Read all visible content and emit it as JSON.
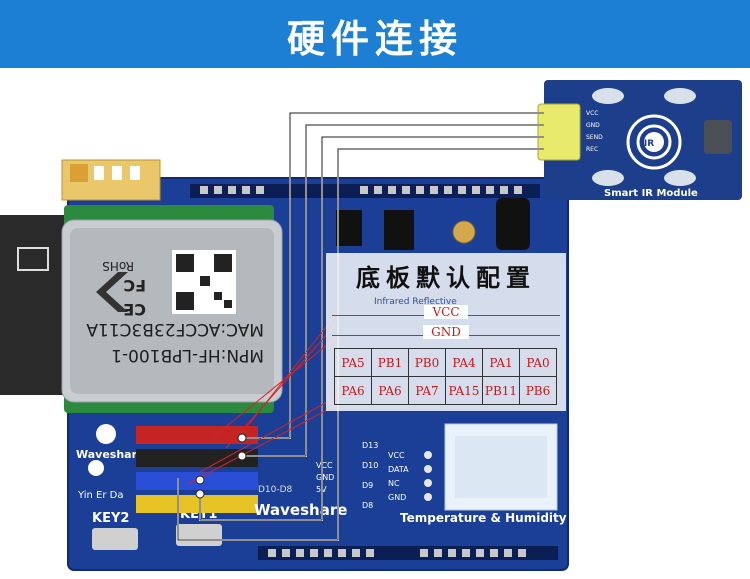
{
  "banner": {
    "title": "硬件连接",
    "color": "#1c7fd3"
  },
  "table": {
    "title": "底板默认配置",
    "rail_top": "VCC",
    "rail_bottom": "GND",
    "rows": [
      [
        "PA5",
        "PB1",
        "PB0",
        "PA4",
        "PA1",
        "PA0"
      ],
      [
        "PA6",
        "PA6",
        "PA7",
        "PA15",
        "PB11",
        "PB6"
      ]
    ]
  },
  "ir_module": {
    "label": "Smart IR Module",
    "badge": "IR",
    "pins": [
      "VCC",
      "GND",
      "SEND",
      "REC"
    ],
    "color": "#1d3e8a"
  },
  "wifi_module": {
    "mpn": "MPN:HF-LPB100-1",
    "mac": "MAC:ACCF23B3C11A",
    "cert": [
      "RoHS",
      "FC",
      "CE"
    ]
  },
  "baseboard": {
    "brand": "Waveshare",
    "brand_sub": "Yin Er Da",
    "keys": [
      "KEY2",
      "KEY1"
    ],
    "board_label": "Waveshare",
    "header_labels": [
      "VCC",
      "GND",
      "5V"
    ],
    "dht_pins": [
      "VCC",
      "DATA",
      "NC",
      "GND"
    ],
    "sensor_label": "Temperature & Humidity",
    "header_prefix": [
      "D13",
      "D10",
      "D9",
      "D8"
    ],
    "overlay_text": "Infrared Reflective",
    "pin_section": "D10-D8",
    "color": "#1b3f96"
  }
}
